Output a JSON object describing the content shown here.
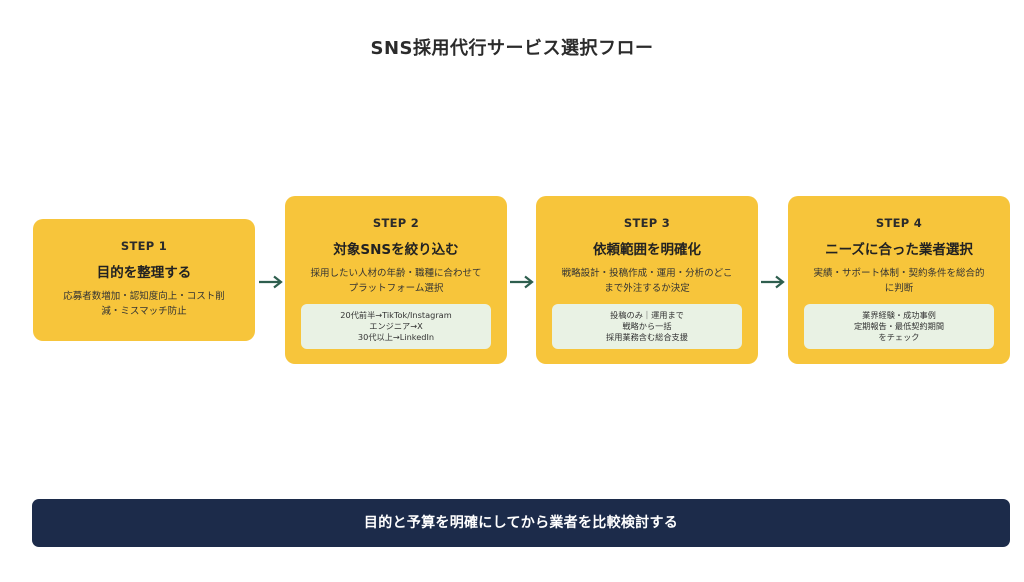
{
  "title": "SNS採用代行サービス選択フロー",
  "steps": [
    {
      "label": "STEP 1",
      "heading": "目的を整理する",
      "desc_lines": [
        "応募者数増加・認知度向上・コスト削",
        "減・ミスマッチ防止"
      ],
      "details": []
    },
    {
      "label": "STEP 2",
      "heading": "対象SNSを絞り込む",
      "desc_lines": [
        "採用したい人材の年齢・職種に合わせて",
        "プラットフォーム選択"
      ],
      "details": [
        "20代前半→TikTok/Instagram",
        "エンジニア→X",
        "30代以上→LinkedIn"
      ]
    },
    {
      "label": "STEP 3",
      "heading": "依頼範囲を明確化",
      "desc_lines": [
        "戦略設計・投稿作成・運用・分析のどこ",
        "まで外注するか決定"
      ],
      "details": [
        "投稿のみ｜運用まで",
        "戦略から一括",
        "採用業務含む総合支援"
      ]
    },
    {
      "label": "STEP 4",
      "heading": "ニーズに合った業者選択",
      "desc_lines": [
        "実績・サポート体制・契約条件を総合的",
        "に判断"
      ],
      "details": [
        "業界経験・成功事例",
        "定期報告・最低契約期間",
        "をチェック"
      ]
    }
  ],
  "bottom_banner": "目的と予算を明確にしてから業者を比較検討する",
  "colors": {
    "step_box": "#f7c53b",
    "detail_box": "#e9f2e4",
    "arrow": "#2e5e4e",
    "banner": "#1c2b4a"
  }
}
